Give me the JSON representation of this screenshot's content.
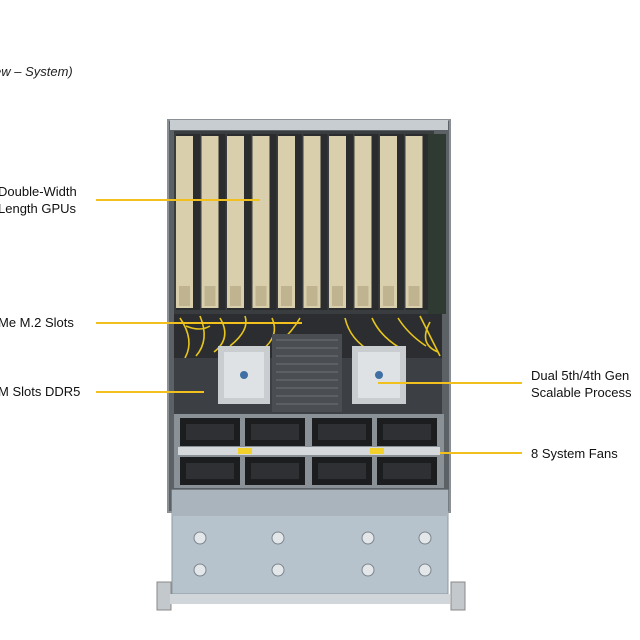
{
  "caption": "ew – System)",
  "labels": {
    "gpus_line1": "Double-Width",
    "gpus_line2": "Length GPUs",
    "m2": "Me M.2 Slots",
    "dimm": "M Slots DDR5",
    "cpu_line1": "Dual 5th/4th Gen",
    "cpu_line2": "Scalable Process",
    "fans": "8 System Fans"
  },
  "colors": {
    "leader": "#f2c01d",
    "chassis": "#9fa7ad",
    "gpu_card": "#d9cfad",
    "gpu_slot": "#2a2c2e",
    "fan": "#1c1d1f",
    "tray": "#b7c3cc"
  }
}
